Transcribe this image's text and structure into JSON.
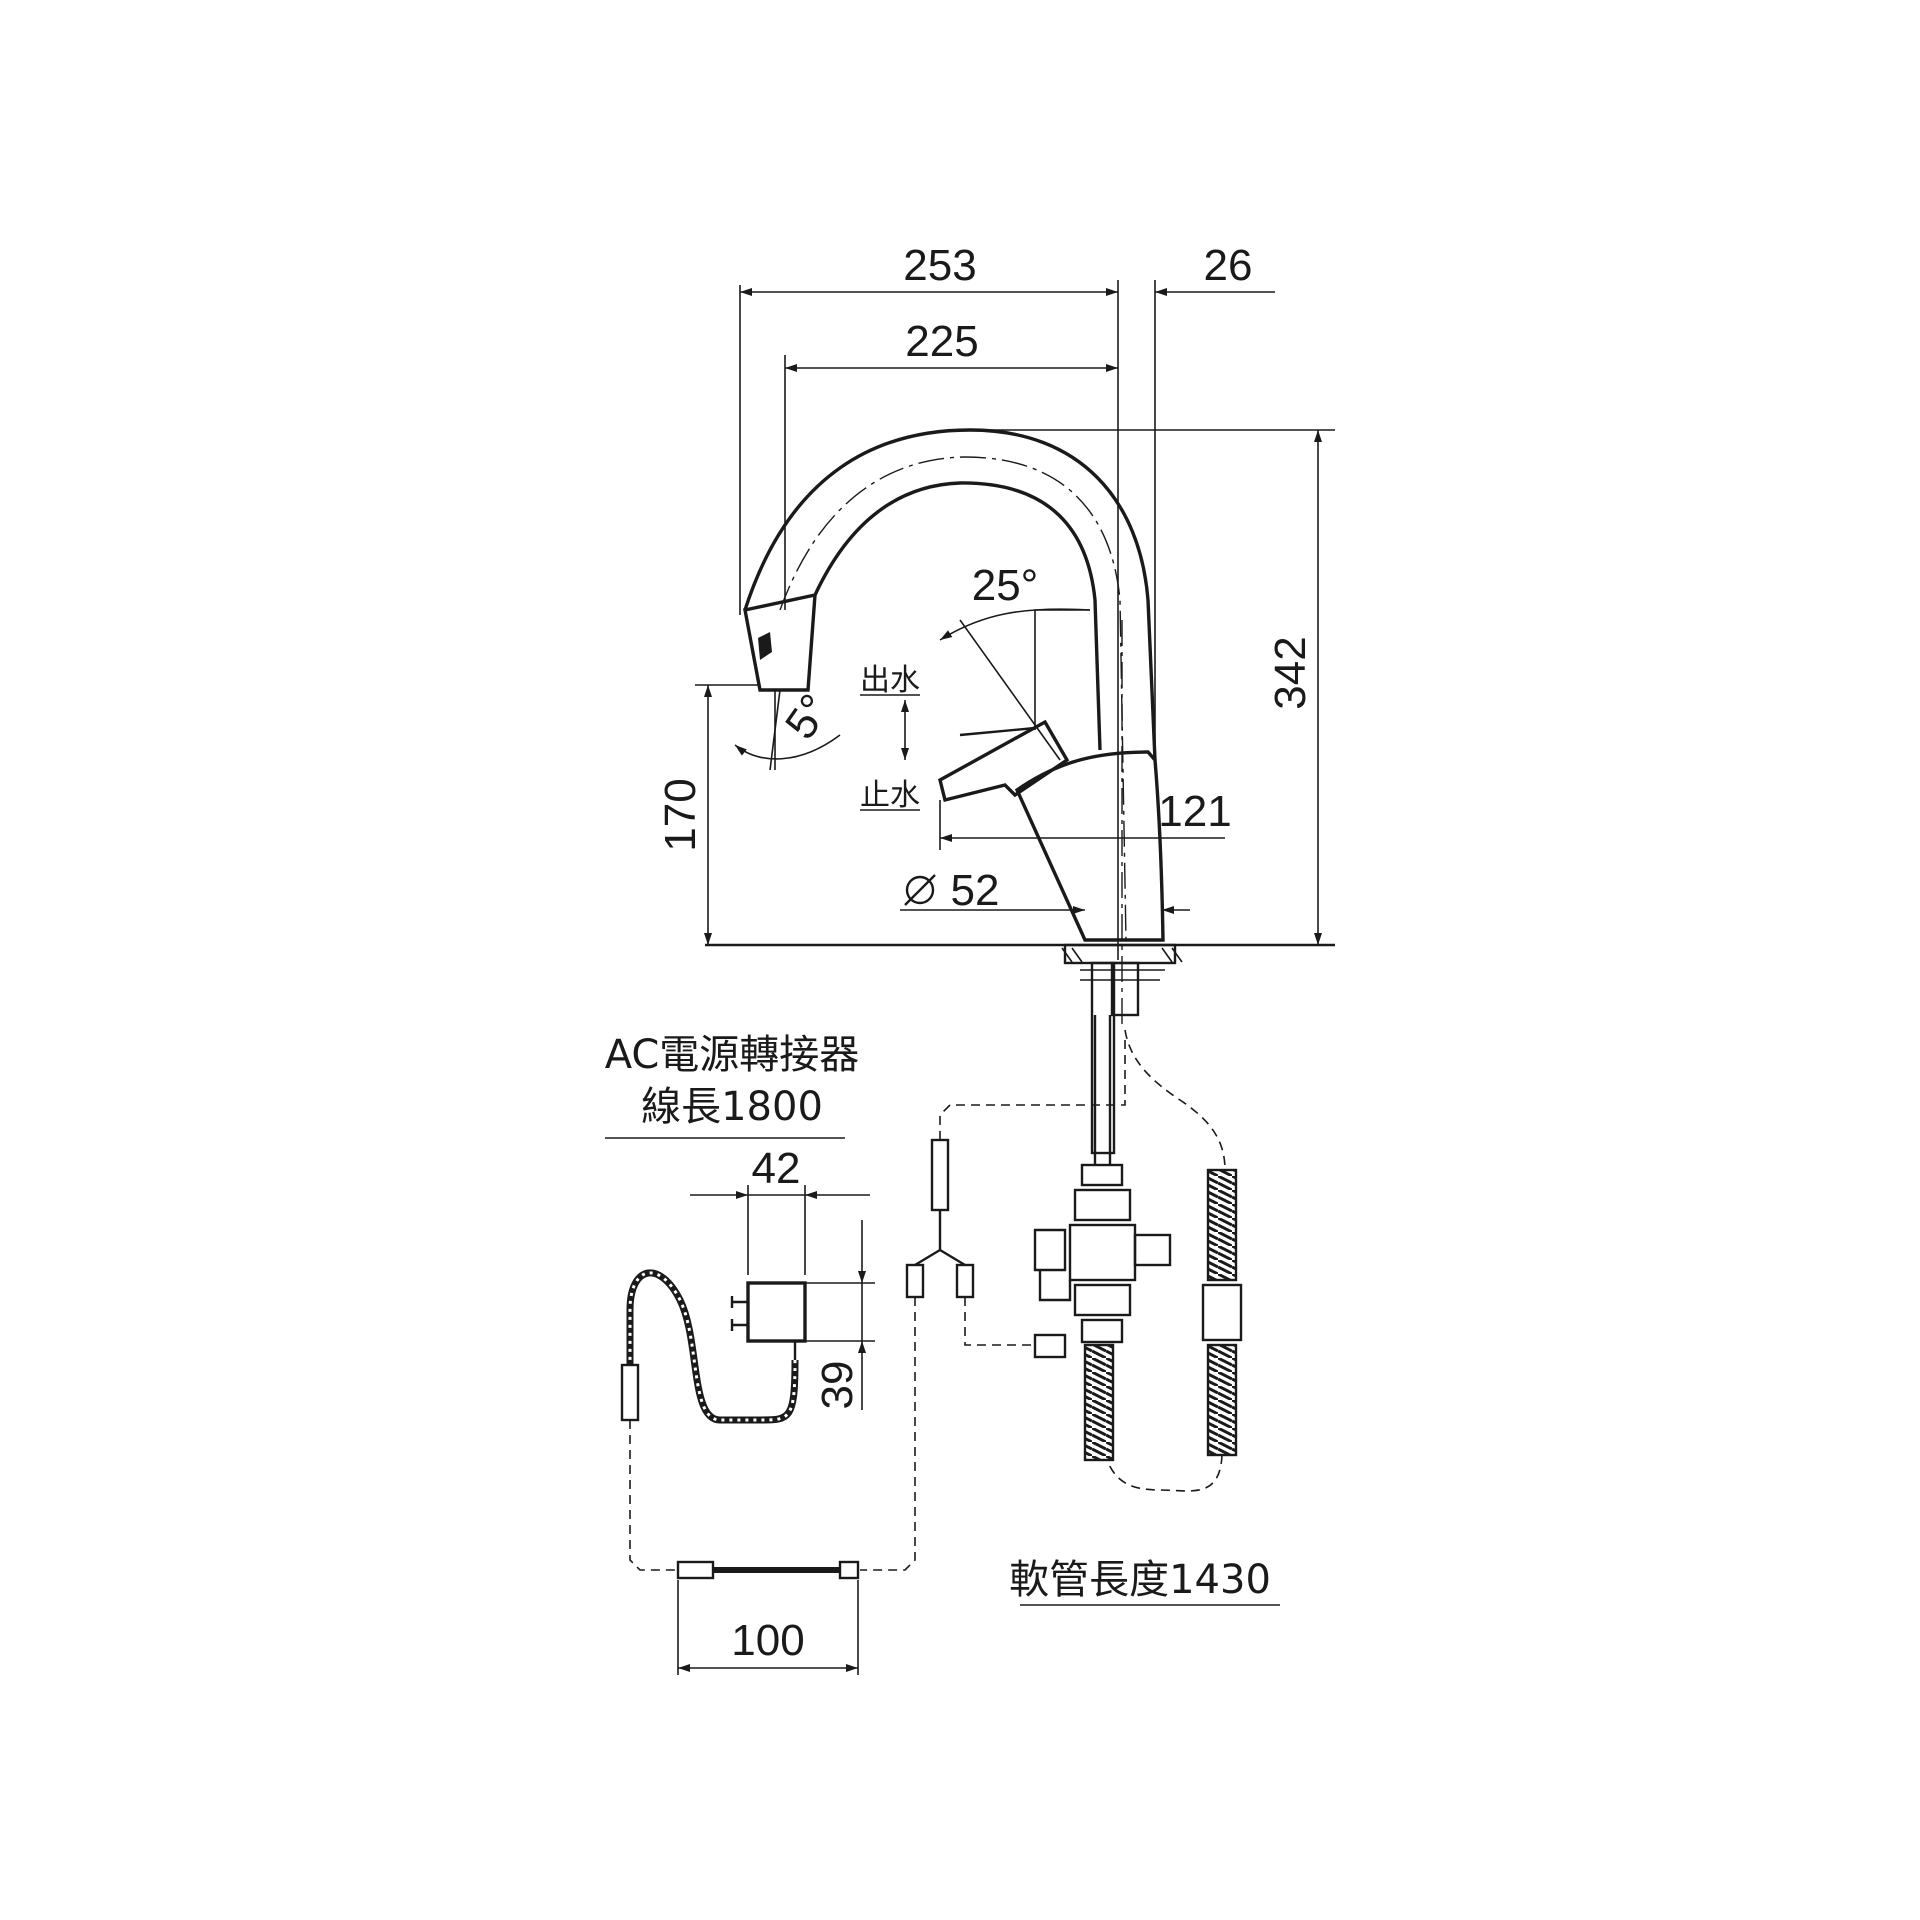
{
  "diagram": {
    "dimensions": {
      "overall_reach": "253",
      "offset_right": "26",
      "spout_reach": "225",
      "total_height": "342",
      "spout_height": "170",
      "lever_angle": "25°",
      "head_angle": "5°",
      "lever_reach": "121",
      "base_diameter": "52"
    },
    "labels": {
      "water_on": "出水",
      "water_off": "止水"
    },
    "adapter": {
      "title": "AC電源轉接器",
      "cord_length": "線長1800",
      "width": "42",
      "height": "39",
      "extension_length": "100"
    },
    "hose": {
      "length": "軟管長度1430"
    }
  }
}
